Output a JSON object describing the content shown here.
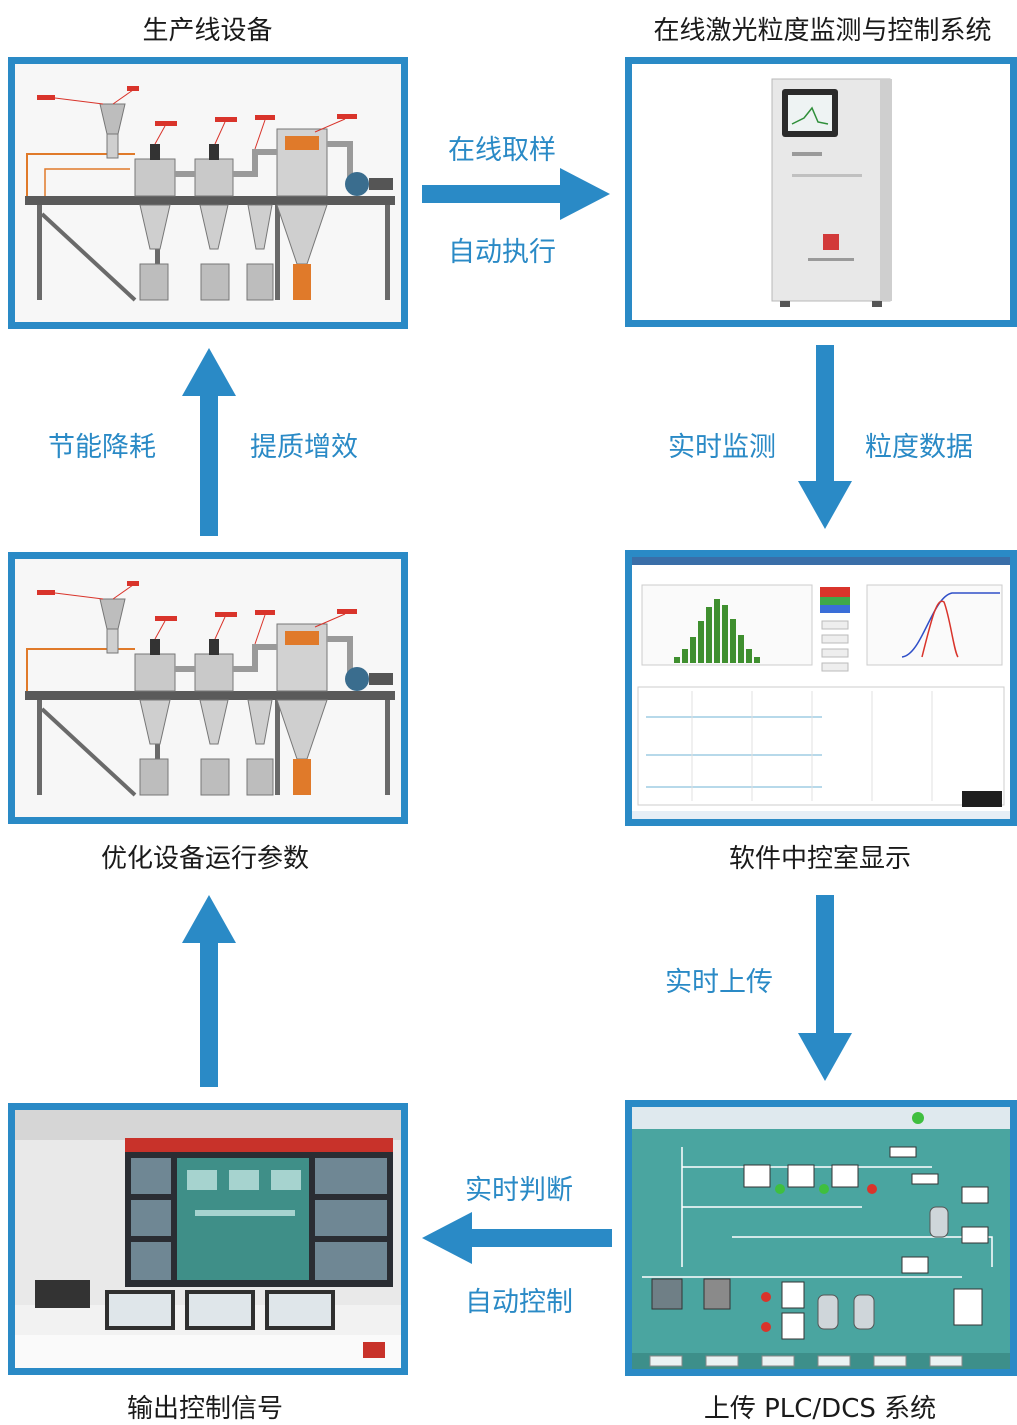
{
  "captions": {
    "production_line": "生产线设备",
    "monitor_system": "在线激光粒度监测与控制系统",
    "optimize": "优化设备运行参数",
    "software": "软件中控室显示",
    "output_signal": "输出控制信号",
    "upload_plc": "上传 PLC/DCS 系统"
  },
  "flow_labels": {
    "online_sampling": "在线取样",
    "auto_execute": "自动执行",
    "realtime_monitor": "实时监测",
    "particle_data": "粒度数据",
    "save_energy": "节能降耗",
    "improve_quality": "提质增效",
    "realtime_upload": "实时上传",
    "realtime_judge": "实时判断",
    "auto_control": "自动控制"
  },
  "colors": {
    "accent": "#2a8ac6",
    "text": "#1a1a1a"
  }
}
